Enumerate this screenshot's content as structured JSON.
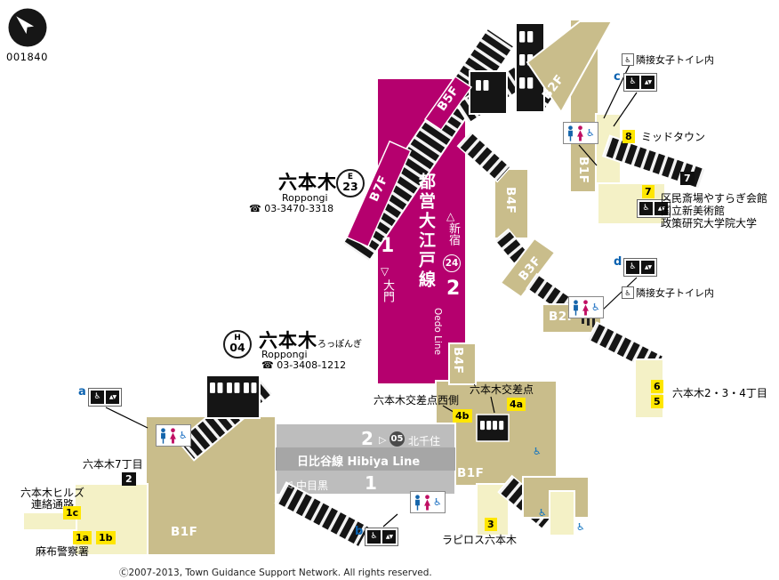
{
  "meta": {
    "map_id": "001840",
    "copyright": "Ⓒ2007-2013, Town Guidance Support Network. All rights reserved."
  },
  "colors": {
    "oedo_line": "#b5006e",
    "hibiya_line": "#bdbdbd",
    "structure_tan": "#c9bd8b",
    "exit_area_yellow": "#f4f1c6",
    "exit_badge_yellow": "#ffe600"
  },
  "icons": {
    "wheelchair": "♿",
    "elevator_arrows": "▲▼"
  },
  "stations": {
    "oedo": {
      "name": "六本木",
      "line_letter": "E",
      "station_number": "23",
      "romaji": "Roppongi",
      "phone": "☎ 03-3470-3318"
    },
    "hibiya": {
      "name": "六本木",
      "kana": "ろっぽんぎ",
      "line_letter": "H",
      "station_number": "04",
      "romaji": "Roppongi",
      "phone": "☎ 03-3408-1212"
    }
  },
  "oedo_line": {
    "name_ja": "都営大江戸線",
    "name_en": "Oedo Line",
    "platform_1": "1",
    "platform_2": "2",
    "dir_up": "新宿",
    "dir_down": "大門",
    "arrow_up": "△",
    "arrow_down": "▽",
    "adjacent_station_number": "24",
    "floor_b5f": "B5F",
    "floor_b7f": "B7F"
  },
  "hibiya_line": {
    "name": "日比谷線 Hibiya Line",
    "platform_1": "1",
    "platform_2": "2",
    "dir_right": "北千住",
    "dir_left": "中目黒",
    "arrow_right": "▷",
    "arrow_left": "◁",
    "adjacent_station_number": "05"
  },
  "floors": {
    "b2f_upper": "B2F",
    "b1f_upper": "B1F",
    "b4f_mid": "B4F",
    "b3f_mid": "B3F",
    "b2f_mid": "B2F",
    "b4f_lower": "B4F",
    "b1f_center": "B1F",
    "b1f_west": "B1F"
  },
  "exits": {
    "e8": {
      "number": "8",
      "label": "ミッドタウン"
    },
    "e7_upper": {
      "number": "7"
    },
    "e7": {
      "number": "7",
      "label1": "区民斎場やすらぎ会館",
      "label2": "国立新美術館",
      "label3": "政策研究大学院大学"
    },
    "e6": {
      "number": "6"
    },
    "e5": {
      "number": "5"
    },
    "e56_label": "六本木2・3・4丁目",
    "e4a": {
      "number": "4a",
      "label": "六本木交差点"
    },
    "e4b": {
      "number": "4b",
      "label": "六本木交差点西側"
    },
    "e3": {
      "number": "3",
      "label": "ラピロス六本木"
    },
    "e2": {
      "number": "2",
      "label": "六本木7丁目"
    },
    "e1c": {
      "number": "1c",
      "label1": "六本木ヒルズ",
      "label2": "連絡通路"
    },
    "e1a": {
      "number": "1a"
    },
    "e1b": {
      "number": "1b"
    },
    "e1ab_label": "麻布警察署"
  },
  "facilities": {
    "elevator_a": "a",
    "elevator_b": "b",
    "elevator_c": "c",
    "elevator_d": "d",
    "toilet_note_upper": "隣接女子トイレ内",
    "toilet_note_mid": "隣接女子トイレ内"
  }
}
